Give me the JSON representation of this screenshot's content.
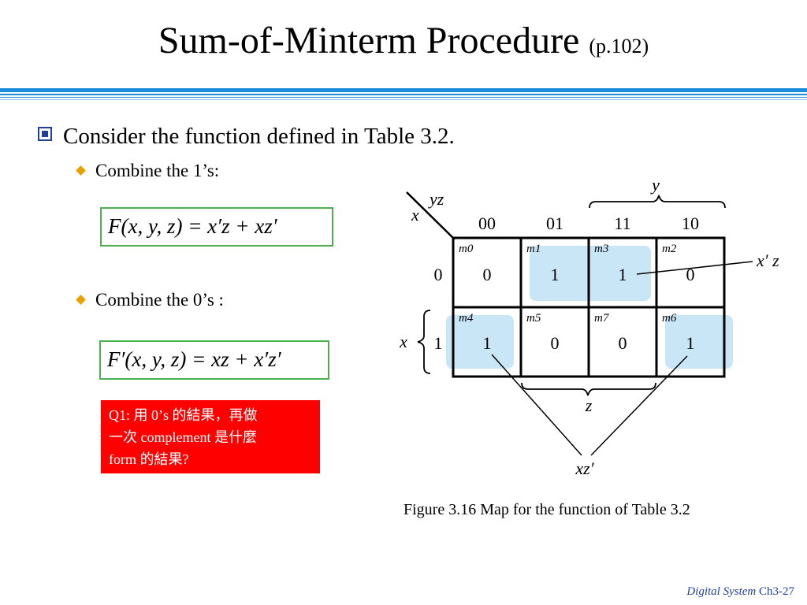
{
  "slide": {
    "title": "Sum-of-Minterm Procedure",
    "title_ref": "(p.102)",
    "bullet": "Consider the function defined in Table 3.2.",
    "sub1": "Combine the 1’s:",
    "eq1": "F(x, y, z) = x′z + xz′",
    "sub2": "Combine the 0’s :",
    "eq2": "F′(x, y, z) = xz + x′z′",
    "q1_lines": [
      "Q1: 用 0’s 的結果，再做",
      "一次 complement 是什麼",
      "form 的結果?"
    ],
    "caption": "Figure 3.16 Map for the function of Table 3.2",
    "footer_course": "Digital System",
    "footer_page": "Ch3-27"
  },
  "kmap": {
    "corner_top": "yz",
    "corner_left": "x",
    "col_headers": [
      "00",
      "01",
      "11",
      "10"
    ],
    "row_headers": [
      "0",
      "1"
    ],
    "minterm_labels": [
      [
        "m0",
        "m1",
        "m3",
        "m2"
      ],
      [
        "m4",
        "m5",
        "m7",
        "m6"
      ]
    ],
    "values": [
      [
        "0",
        "1",
        "1",
        "0"
      ],
      [
        "1",
        "0",
        "0",
        "1"
      ]
    ],
    "y_label": "y",
    "x_label": "x",
    "z_label": "z",
    "ann_xpz": "x′ z",
    "ann_xzp": "xz′",
    "highlight_color": "#c9e6f7"
  }
}
